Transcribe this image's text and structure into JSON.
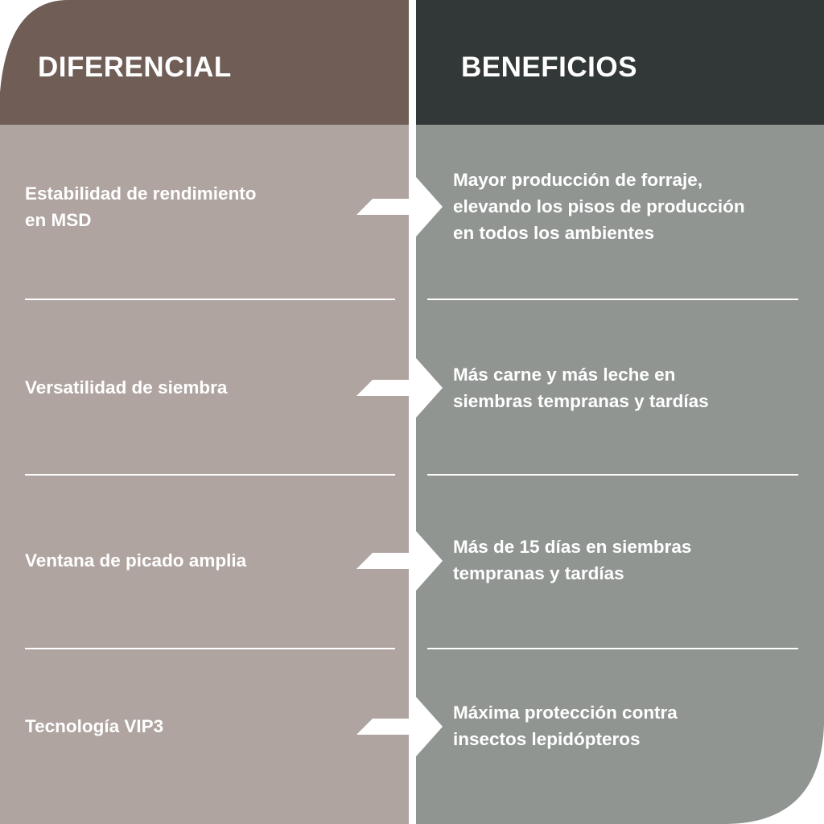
{
  "headers": {
    "left": "DIFERENCIAL",
    "right": "BENEFICIOS"
  },
  "colors": {
    "left_header": "#6f5d56",
    "right_header": "#323837",
    "left_body": "#b0a4a0",
    "right_body": "#909592"
  },
  "rows": [
    {
      "diferencial": [
        "Estabilidad de rendimiento",
        "en MSD"
      ],
      "beneficio": [
        "Mayor producción de forraje,",
        "elevando los pisos de producción",
        "en todos los ambientes"
      ]
    },
    {
      "diferencial": [
        "Versatilidad de siembra"
      ],
      "beneficio": [
        "Más carne y más leche en",
        "siembras tempranas y tardías"
      ]
    },
    {
      "diferencial": [
        "Ventana de picado amplia"
      ],
      "beneficio": [
        "Más de 15 días en siembras",
        "tempranas y tardías"
      ]
    },
    {
      "diferencial": [
        "Tecnología VIP3"
      ],
      "beneficio": [
        "Máxima protección contra",
        "insectos lepidópteros"
      ]
    }
  ]
}
